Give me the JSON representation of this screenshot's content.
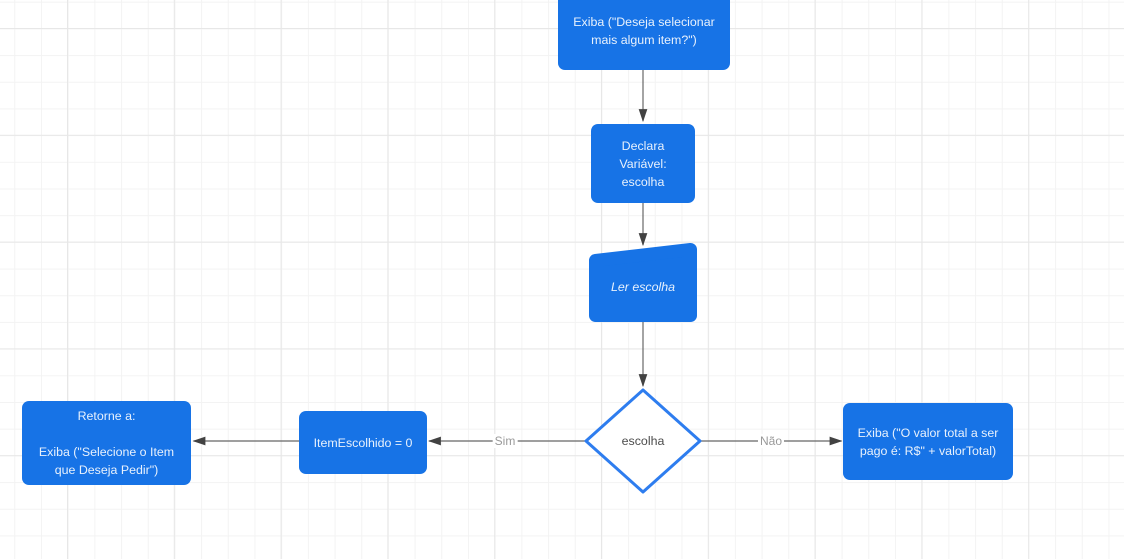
{
  "diagram": {
    "nodes": [
      {
        "id": "exiba-mais-item",
        "type": "process",
        "label": "Exiba (\"Deseja selecionar\nmais algum item?\")"
      },
      {
        "id": "declara-variavel",
        "type": "process",
        "label": "Declara\nVariável:\nescolha"
      },
      {
        "id": "ler-escolha",
        "type": "manual-input",
        "label": "Ler escolha"
      },
      {
        "id": "escolha-decision",
        "type": "decision",
        "label": "escolha"
      },
      {
        "id": "item-escolhido-reset",
        "type": "process",
        "label": "ItemEscolhido = 0"
      },
      {
        "id": "retorne",
        "type": "process",
        "label": "Retorne a:\n\nExiba (\"Selecione o Item\nque Deseja Pedir\")"
      },
      {
        "id": "exiba-valor-total",
        "type": "process",
        "label": "Exiba (\"O valor total a ser\npago é: R$\" + valorTotal)"
      }
    ],
    "edges": [
      {
        "from": "exiba-mais-item",
        "to": "declara-variavel",
        "label": ""
      },
      {
        "from": "declara-variavel",
        "to": "ler-escolha",
        "label": ""
      },
      {
        "from": "ler-escolha",
        "to": "escolha-decision",
        "label": ""
      },
      {
        "from": "escolha-decision",
        "to": "item-escolhido-reset",
        "label": "Sim"
      },
      {
        "from": "item-escolhido-reset",
        "to": "retorne",
        "label": ""
      },
      {
        "from": "escolha-decision",
        "to": "exiba-valor-total",
        "label": "Não"
      }
    ],
    "colors": {
      "node_fill": "#1773e6",
      "node_text": "#ffffff",
      "decision_fill": "#ffffff",
      "decision_border": "#2e7def",
      "decision_text": "#4d4d4d",
      "connector": "#666666",
      "arrowhead": "#424242",
      "edge_label_text": "#999999",
      "grid_minor": "#f3f3f3",
      "grid_major": "#e7e7e7",
      "canvas_background": "#ffffff"
    }
  }
}
